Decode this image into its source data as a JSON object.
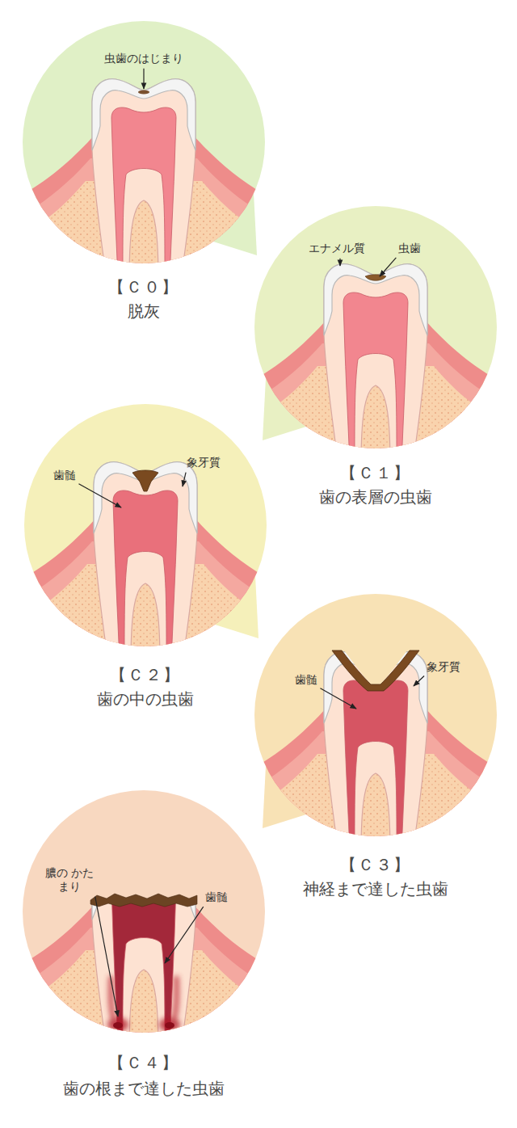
{
  "diagram": {
    "nodes": [
      {
        "text": [
          "虫歯のはじまり",
          "【Ｃ０】",
          "脱灰"
        ]
      },
      {
        "text": [
          "エナメル質",
          "虫歯",
          "【Ｃ１】",
          "歯の表層の虫歯"
        ]
      },
      {
        "text": [
          "歯髄",
          "象牙質",
          "【Ｃ２】",
          "歯の中の虫歯"
        ]
      },
      {
        "text": [
          "歯髄",
          "象牙質",
          "【Ｃ３】",
          "神経まで達した虫歯"
        ]
      },
      {
        "text": [
          "膿の かたまり",
          "歯髄",
          "【Ｃ４】",
          "歯の根まで達した虫歯"
        ]
      }
    ]
  }
}
